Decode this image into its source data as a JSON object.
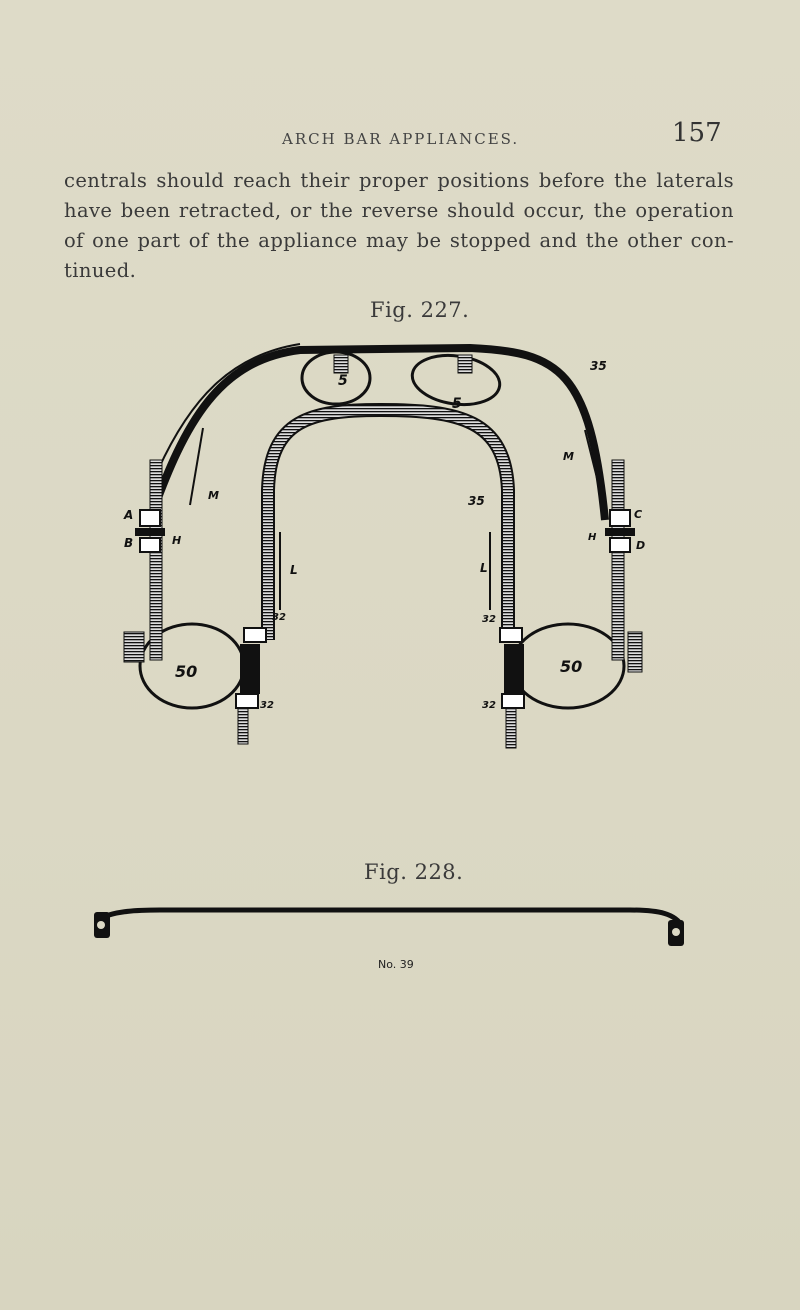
{
  "header": {
    "title": "ARCH BAR APPLIANCES.",
    "page_number": "157"
  },
  "paragraph": "centrals should reach their proper positions before the laterals have been retracted, or the reverse should occur, the operation of one part of the appliance may be stopped and the other con-tinued.",
  "figures": [
    {
      "caption": "Fig. 227.",
      "labels": {
        "molar_left": "50",
        "molar_right": "50",
        "bicuspid_left": "5",
        "bicuspid_right": "5",
        "A": "A",
        "B": "B",
        "H_left": "H",
        "M_left": "M",
        "L_left": "L",
        "n32_left": "32",
        "n32b_left": "32",
        "n35_top": "35",
        "n35": "35",
        "M_right": "M",
        "H_right": "H",
        "C": "C",
        "D": "D",
        "L_right": "L",
        "n32_right": "32",
        "n32b_right": "32"
      }
    },
    {
      "caption": "Fig. 228.",
      "part_number": "No. 39"
    }
  ],
  "colors": {
    "paper": "#dcd9c5",
    "ink": "#111111",
    "text": "#3a3a3a"
  }
}
